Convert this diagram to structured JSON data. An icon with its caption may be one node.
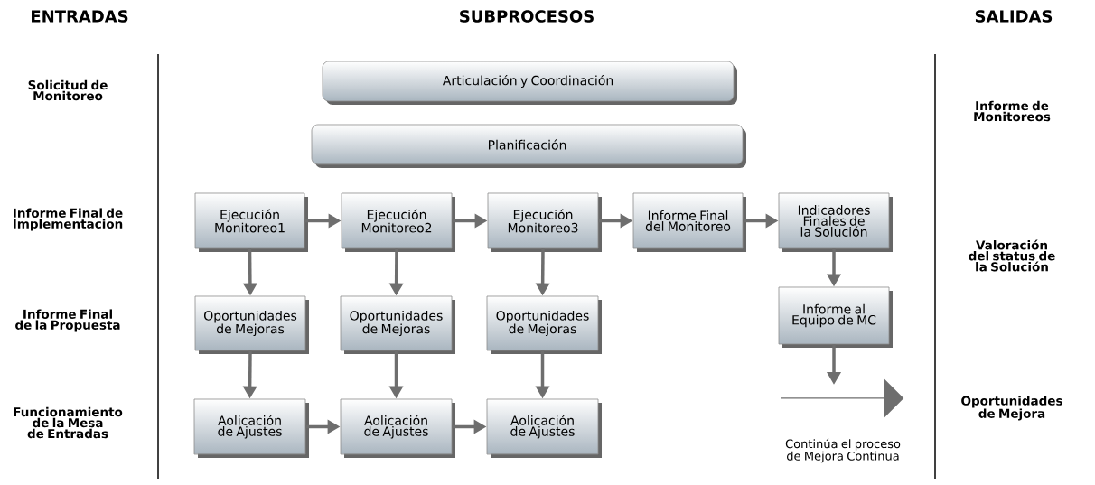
{
  "diagram": {
    "nodes": [
      {
        "text": [
          "Articulación y Coordinación"
        ]
      },
      {
        "text": [
          "Planificación"
        ]
      },
      {
        "text": [
          "Ejecución Monitoreo1"
        ]
      },
      {
        "text": [
          "Ejecución Monitoreo2"
        ]
      },
      {
        "text": [
          "Ejecución Monitoreo3"
        ]
      },
      {
        "text": [
          "Informe Final del Monitoreo"
        ]
      },
      {
        "text": [
          "Indicadores Finales de la Solución"
        ]
      },
      {
        "text": [
          "Oportunidades de Mejoras"
        ]
      },
      {
        "text": [
          "Oportunidades de Mejoras"
        ]
      },
      {
        "text": [
          "Oportunidades de Mejoras"
        ]
      },
      {
        "text": [
          "Informe al Equipo de MC"
        ]
      },
      {
        "text": [
          "Aolicación de Ajustes"
        ]
      },
      {
        "text": [
          "Aolicación de Ajustes"
        ]
      },
      {
        "text": [
          "Aolicación de Ajustes"
        ]
      },
      {
        "text": [],
        "shape": "arrow",
        "beside": [
          "Continúa el proceso de Mejora Continua"
        ]
      }
    ],
    "edges": [
      {
        "from": 2,
        "to": 3,
        "arrow": "to"
      },
      {
        "from": 3,
        "to": 4,
        "arrow": "to"
      },
      {
        "from": 4,
        "to": 5,
        "arrow": "to"
      },
      {
        "from": 5,
        "to": 6,
        "arrow": "to"
      },
      {
        "from": 2,
        "to": 7,
        "arrow": "to"
      },
      {
        "from": 3,
        "to": 8,
        "arrow": "to"
      },
      {
        "from": 4,
        "to": 9,
        "arrow": "to"
      },
      {
        "from": 7,
        "to": 11,
        "arrow": "to"
      },
      {
        "from": 8,
        "to": 12,
        "arrow": "to"
      },
      {
        "from": 9,
        "to": 13,
        "arrow": "to"
      },
      {
        "from": 11,
        "to": 12,
        "arrow": "to"
      },
      {
        "from": 12,
        "to": 13,
        "arrow": "to"
      },
      {
        "from": 6,
        "to": 10,
        "arrow": "to"
      },
      {
        "from": 10,
        "to": 14,
        "arrow": "to"
      }
    ],
    "labels": [
      "ENTRADAS",
      "SUBPROCESOS",
      "SALIDAS",
      "Solicitud de Monitoreo",
      "Informe de Monitoreos",
      "Informe Final de Implementacion",
      "Valoración del status de la Solución",
      "Informe Final de la Propuesta",
      "Funcionamiento de la Mesa de Entradas",
      "Oportunidades de Mejora"
    ]
  }
}
